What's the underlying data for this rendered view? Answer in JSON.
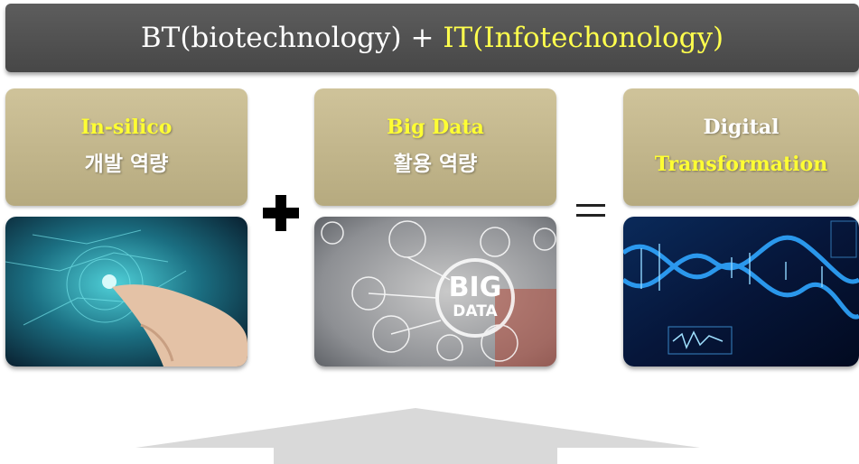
{
  "banner": {
    "prefix": "BT(biotechnology) + ",
    "highlight": "IT(Infotechonology)"
  },
  "cards": [
    {
      "line1": "In-silico",
      "line2": "개발 역량",
      "image": "ai-finger-touch-image"
    },
    {
      "line1": "Big Data",
      "line2": "활용 역량",
      "image": "big-data-icons-image",
      "image_text_1": "BIG",
      "image_text_2": "DATA"
    },
    {
      "line1": "Digital",
      "line2": "Transformation",
      "image": "dna-helix-image"
    }
  ],
  "operators": {
    "plus": "plus-icon",
    "equals": "equals-icon"
  },
  "colors": {
    "banner_bg": "#4f4f4f",
    "highlight": "#ffff4d",
    "card_bg": "#c4b88e",
    "arrow": "#d9d9d9"
  }
}
